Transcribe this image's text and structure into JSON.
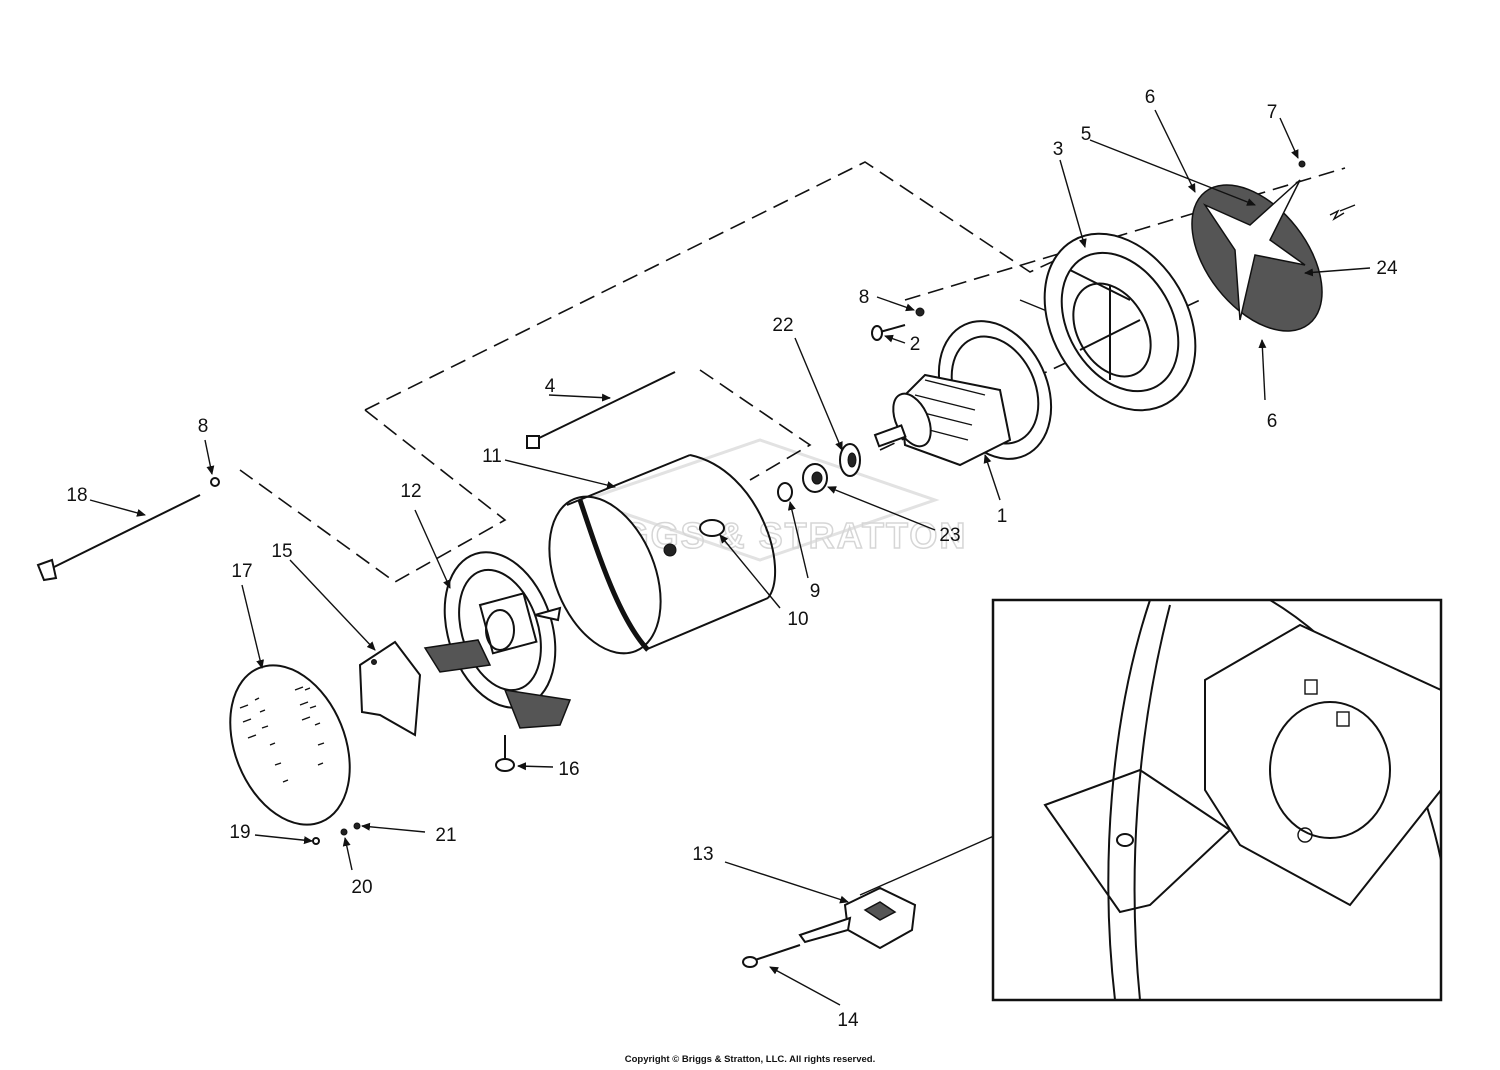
{
  "watermark": "BRIGGS & STRATTON",
  "copyright": "Copyright © Briggs & Stratton, LLC. All rights reserved.",
  "callouts": {
    "c1": "1",
    "c2": "2",
    "c3": "3",
    "c4": "4",
    "c5": "5",
    "c6a": "6",
    "c6b": "6",
    "c7": "7",
    "c8a": "8",
    "c8b": "8",
    "c9": "9",
    "c10": "10",
    "c11": "11",
    "c12": "12",
    "c13": "13",
    "c14": "14",
    "c15": "15",
    "c16": "16",
    "c17": "17",
    "c18": "18",
    "c19": "19",
    "c20": "20",
    "c21": "21",
    "c22": "22",
    "c23": "23",
    "c24": "24"
  }
}
